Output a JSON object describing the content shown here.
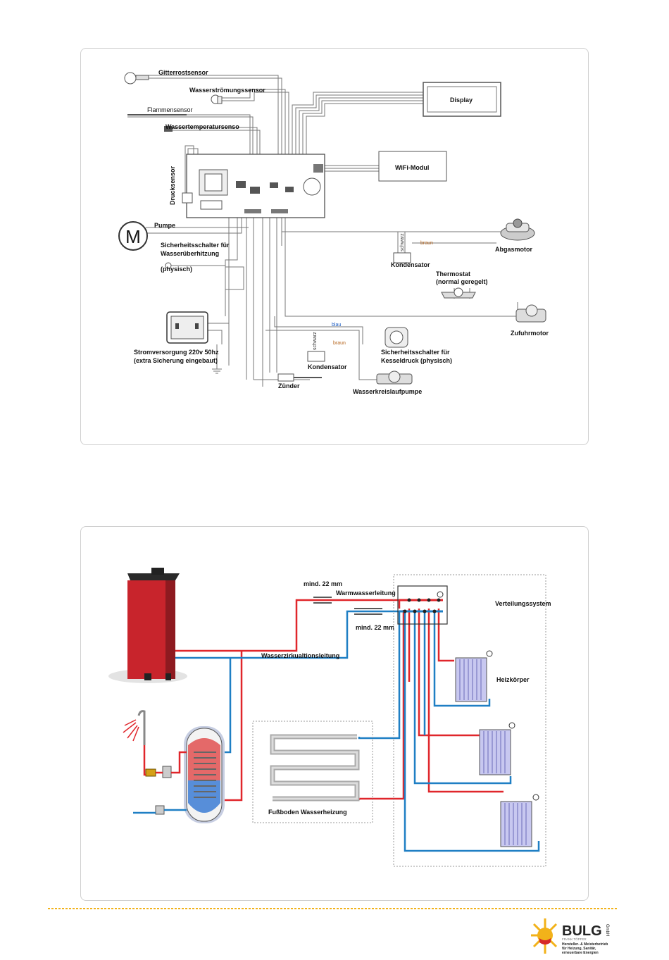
{
  "wiring": {
    "labels": {
      "gitterrostsensor": "Gitterrostsensor",
      "wasserstroemungssensor": "Wasserströmungssensor",
      "flammensensor": "Flammensensor",
      "wassertemperatursensor": "Wassertemperatursenso",
      "drucksensor": "Drucksensor",
      "display": "Display",
      "wifi": "WiFi-Modul",
      "pumpe": "Pumpe",
      "motor_symbol": "M",
      "sicherheit_ueberhitzung_1": "Sicherheitsschalter für",
      "sicherheit_ueberhitzung_2": "Wasserüberhitzung",
      "physisch": "(physisch)",
      "abgasmotor": "Abgasmotor",
      "kondensator_1": "Kondensator",
      "schwarz": "schwarz",
      "braun": "braun",
      "thermostat_1": "Thermostat",
      "thermostat_2": "(normal geregelt)",
      "zufuhrmotor": "Zufuhrmotor",
      "blau": "blau",
      "strom_1": "Stromversorgung 220v 50hz",
      "strom_2": "(extra Sicherung eingebaut)",
      "kondensator_2": "Kondensator",
      "schwarz_2": "schwarz",
      "braun_2": "braun",
      "kesseldruck_1": "Sicherheitsschalter für",
      "kesseldruck_2": "Kesseldruck (physisch)",
      "zuender": "Zünder",
      "wasserkreislaufpumpe": "Wasserkreislaufpumpe"
    }
  },
  "hydraulic": {
    "labels": {
      "mind_22_top": "mind. 22 mm",
      "warmwasserleitung": "Warmwasserleitung",
      "mind_22_bottom": "mind. 22 mm",
      "verteilungssystem": "Verteilungssystem",
      "wasserzirkulation": "Wasserzirkualtionsleitung",
      "heizkoerper": "Heizkörper",
      "fussboden": "Fußboden Wasserheizung"
    },
    "colors": {
      "hot": "#e0262b",
      "cold": "#1f7fc4",
      "boiler": "#c8242c"
    }
  },
  "logo": {
    "brand": "BULG",
    "gmbh": "GmbH",
    "owner": "FRANK TÖPFER",
    "line1": "Hersteller- & Meisterbetrieb",
    "line2": "für Heizung, Sanitär,",
    "line3": "erneuerbare Energien"
  }
}
